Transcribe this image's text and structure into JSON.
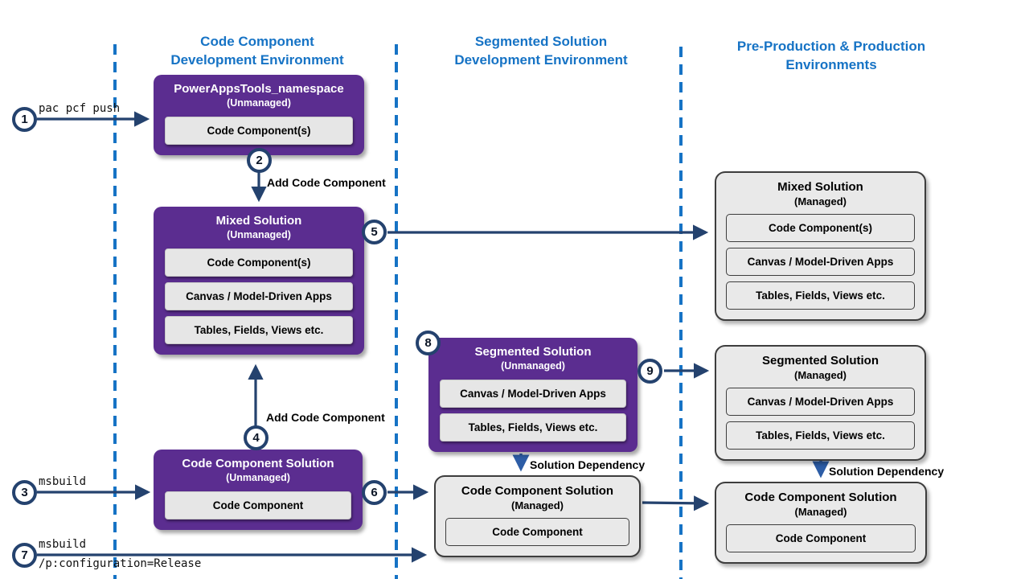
{
  "headers": {
    "col1": {
      "line1": "Code Component",
      "line2": "Development Environment"
    },
    "col2": {
      "line1": "Segmented Solution",
      "line2": "Development Environment"
    },
    "col3": {
      "line1": "Pre-Production & Production",
      "line2": "Environments"
    }
  },
  "boxes": {
    "powerapps_tools": {
      "title": "PowerAppsTools_namespace",
      "subtitle": "(Unmanaged)",
      "items": [
        "Code Component(s)"
      ]
    },
    "mixed_unmanaged": {
      "title": "Mixed Solution",
      "subtitle": "(Unmanaged)",
      "items": [
        "Code Component(s)",
        "Canvas / Model-Driven Apps",
        "Tables, Fields, Views etc."
      ]
    },
    "code_component_unmanaged": {
      "title": "Code Component Solution",
      "subtitle": "(Unmanaged)",
      "items": [
        "Code Component"
      ]
    },
    "segmented_unmanaged": {
      "title": "Segmented Solution",
      "subtitle": "(Unmanaged)",
      "items": [
        "Canvas / Model-Driven Apps",
        "Tables, Fields, Views etc."
      ]
    },
    "mixed_managed": {
      "title": "Mixed Solution",
      "subtitle": "(Managed)",
      "items": [
        "Code Component(s)",
        "Canvas / Model-Driven Apps",
        "Tables, Fields, Views etc."
      ]
    },
    "segmented_managed": {
      "title": "Segmented Solution",
      "subtitle": "(Managed)",
      "items": [
        "Canvas / Model-Driven Apps",
        "Tables, Fields, Views etc."
      ]
    },
    "code_component_managed_mid": {
      "title": "Code Component Solution",
      "subtitle": "(Managed)",
      "items": [
        "Code Component"
      ]
    },
    "code_component_managed_right": {
      "title": "Code Component Solution",
      "subtitle": "(Managed)",
      "items": [
        "Code Component"
      ]
    }
  },
  "steps": {
    "s1": "1",
    "s2": "2",
    "s3": "3",
    "s4": "4",
    "s5": "5",
    "s6": "6",
    "s7": "7",
    "s8": "8",
    "s9": "9"
  },
  "labels": {
    "pac_pcf_push": "pac pcf push",
    "msbuild": "msbuild",
    "msbuild_release": "msbuild\n/p:configuration=Release",
    "add_code_component_top": "Add Code Component",
    "add_code_component_bottom": "Add Code Component",
    "solution_dependency_mid": "Solution Dependency",
    "solution_dependency_right": "Solution Dependency"
  },
  "colors": {
    "header_blue": "#1673c5",
    "dashed_line_blue": "#1673c5",
    "unmanaged_purple": "#5b2d90",
    "arrow_navy": "#24426e",
    "dotted_arrow_blue": "#2d5da6",
    "managed_gray": "#e9e9e9"
  }
}
